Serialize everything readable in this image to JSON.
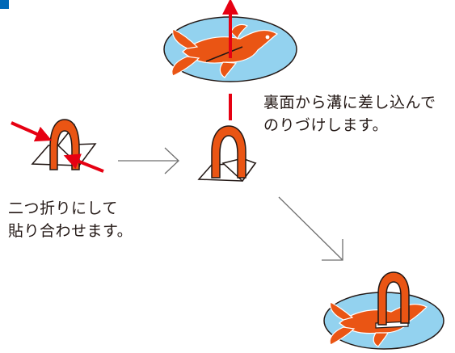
{
  "colors": {
    "accent_square": "#0068b7",
    "disc_fill": "#93d2ef",
    "fish_orange": "#ea5514",
    "arrow_red": "#e60012",
    "outline": "#231815",
    "card_white": "#ffffff"
  },
  "icons": [
    "goldfish-disc",
    "folded-stand",
    "glued-stand",
    "assembled-ornament",
    "red-arrow",
    "gray-arrow"
  ],
  "instructions": {
    "glue": [
      "裏面から溝に差し込んで",
      "のりづけします。"
    ],
    "fold": [
      "二つ折りにして",
      "貼り合わせます。"
    ]
  }
}
